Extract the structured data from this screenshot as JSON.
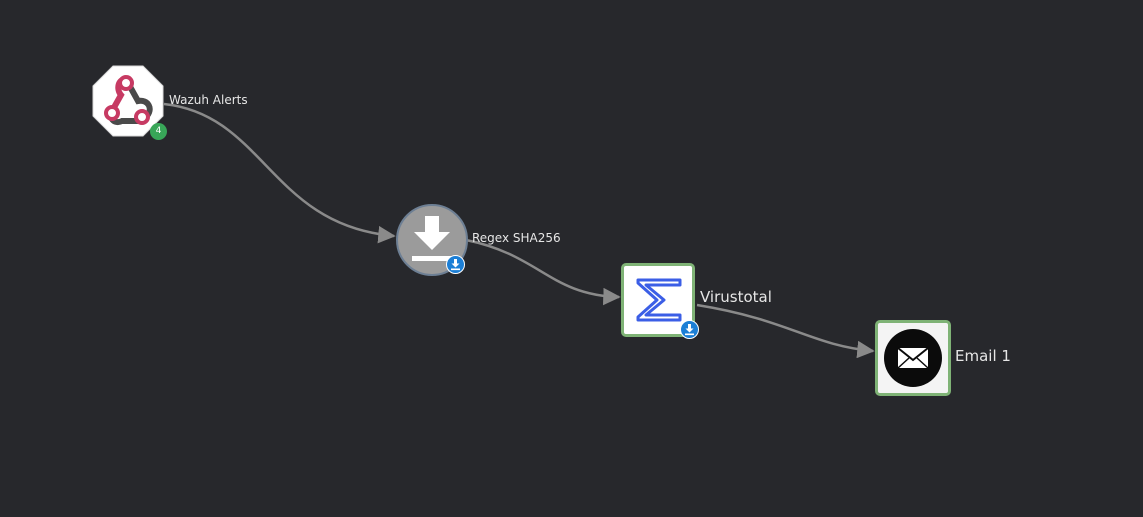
{
  "workflow": {
    "nodes": [
      {
        "label": "Wazuh Alerts",
        "icon": "webhook-icon",
        "type": "webhook",
        "badge_count": "4",
        "badge_color": "#38a658"
      },
      {
        "label": "Regex SHA256",
        "icon": "download-icon",
        "type": "action"
      },
      {
        "label": "Virustotal",
        "icon": "sigma-icon",
        "type": "app"
      },
      {
        "label": "Email 1",
        "icon": "envelope-icon",
        "type": "app"
      }
    ],
    "edges": [
      {
        "from": "Wazuh Alerts",
        "to": "Regex SHA256"
      },
      {
        "from": "Regex SHA256",
        "to": "Virustotal"
      },
      {
        "from": "Virustotal",
        "to": "Email 1"
      }
    ]
  },
  "colors": {
    "background": "#27282c",
    "edge": "#8a8a8a",
    "node_border_success": "#7fb376",
    "badge_download": "#1c7fd6",
    "webhook_pink": "#c73a63",
    "sigma_blue": "#3b5ee6"
  }
}
